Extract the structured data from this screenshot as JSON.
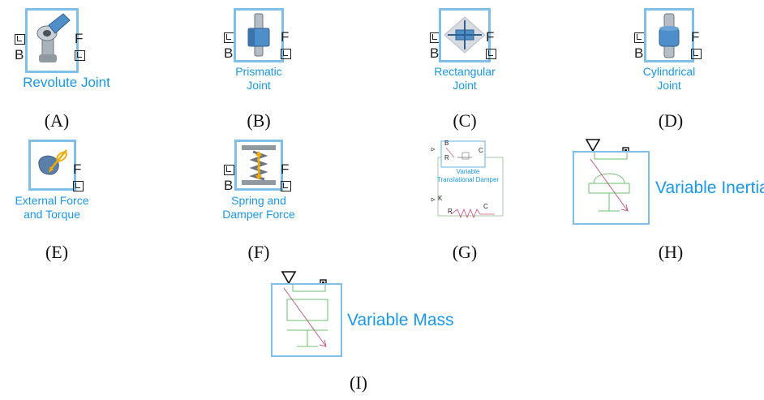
{
  "captions": [
    "(A)",
    "(B)",
    "(C)",
    "(D)",
    "(E)",
    "(F)",
    "(G)",
    "(H)",
    "(I)"
  ],
  "ports": {
    "base": "B",
    "follower": "F"
  },
  "blocks": {
    "revolute": {
      "label": "Revolute Joint"
    },
    "prismatic": {
      "label_line1": "Prismatic",
      "label_line2": "Joint"
    },
    "rectangular": {
      "label_line1": "Rectangular",
      "label_line2": "Joint"
    },
    "cylindrical": {
      "label_line1": "Cylindrical",
      "label_line2": "Joint"
    },
    "external_force": {
      "label_line1": "External Force",
      "label_line2": "and Torque"
    },
    "spring_damper": {
      "label_line1": "Spring and",
      "label_line2": "Damper Force"
    },
    "variable_damper": {
      "label_line1": "Variable",
      "label_line2": "Translational Damper",
      "port_b": "B",
      "port_r": "R",
      "port_c": "C",
      "port_k": "K",
      "port_r2": "R",
      "port_c2": "C"
    },
    "variable_inertia": {
      "label": "Variable Inertia"
    },
    "variable_mass": {
      "label": "Variable Mass"
    }
  },
  "colors": {
    "block_border": "#7fbfe8",
    "label": "#1a97e8",
    "arrow": "#f2a900",
    "symbol_green": "#6fbf6f",
    "symbol_red": "#c0607a"
  }
}
